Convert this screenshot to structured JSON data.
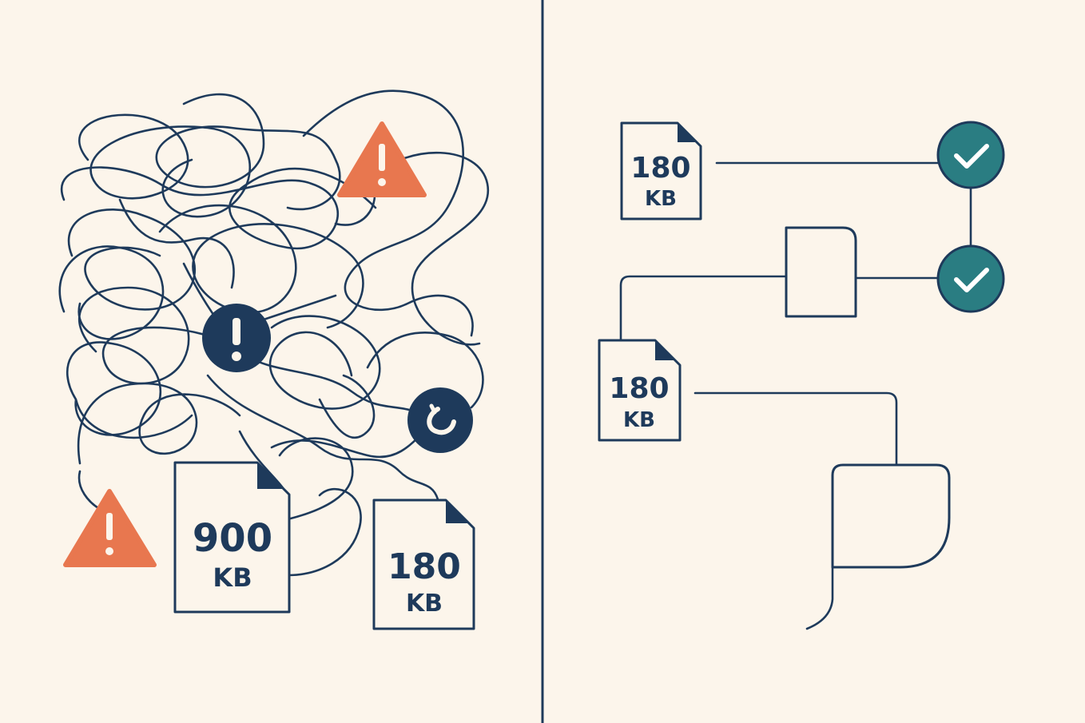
{
  "colors": {
    "background": "#fcf5eb",
    "ink": "#1e3a5b",
    "warning": "#e8774f",
    "success": "#2a7d82"
  },
  "left_panel": {
    "files": [
      {
        "size": "900",
        "unit": "KB"
      },
      {
        "size": "180",
        "unit": "KB"
      }
    ],
    "icons": {
      "warning": "warning-triangle-icon",
      "error": "exclamation-circle-icon",
      "broken_link": "broken-link-icon"
    }
  },
  "right_panel": {
    "files": [
      {
        "size": "180",
        "unit": "KB"
      },
      {
        "size": "180",
        "unit": "KB"
      }
    ],
    "icons": {
      "check": "check-circle-icon"
    }
  }
}
